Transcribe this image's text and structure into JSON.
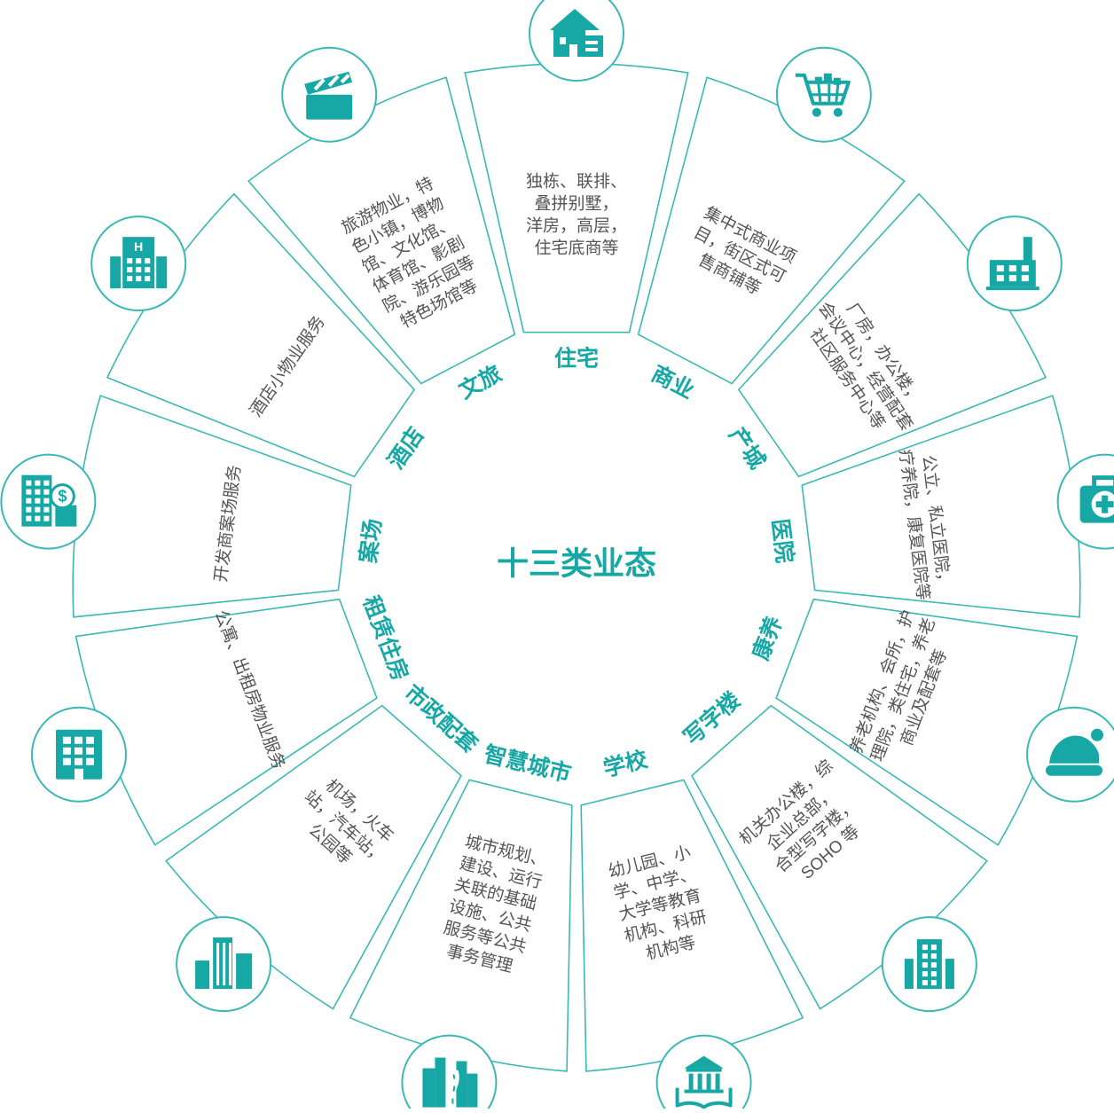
{
  "center_title": "十三类业态",
  "colors": {
    "accent": "#17a8a5",
    "border": "#3bb8b4",
    "text": "#555555"
  },
  "segments": [
    {
      "label": "住宅",
      "icon": "house-icon",
      "desc": [
        "独栋、联排、",
        "叠拼别墅，",
        "洋房，高层，",
        "住宅底商等"
      ]
    },
    {
      "label": "商业",
      "icon": "shopping-cart-icon",
      "desc": [
        "集中式商业项",
        "目，街区式可",
        "售商铺等"
      ]
    },
    {
      "label": "产城",
      "icon": "factory-icon",
      "desc": [
        "厂房，办公楼，",
        "会议中心，经营配套",
        "社区服务中心等"
      ]
    },
    {
      "label": "医院",
      "icon": "first-aid-kit-icon",
      "desc": [
        "公立、私立医院，",
        "疗养院，康复医院等"
      ]
    },
    {
      "label": "康养",
      "icon": "santa-hat-icon",
      "desc": [
        "养老机构、会所，护",
        "理院，类住宅，养老",
        "商业及配套等"
      ]
    },
    {
      "label": "写字楼",
      "icon": "office-tower-icon",
      "desc": [
        "机关办公楼，综",
        "企业总部，",
        "合型写字楼，",
        "SOHO 等"
      ]
    },
    {
      "label": "学校",
      "icon": "school-book-icon",
      "desc": [
        "幼儿园、小",
        "学、中学、",
        "大学等教育",
        "机构、科研",
        "机构等"
      ]
    },
    {
      "label": "智慧城市",
      "icon": "smart-city-road-icon",
      "desc": [
        "城市规划、",
        "建设、运行",
        "关联的基础",
        "设施、公共",
        "服务等公共",
        "事务管理"
      ]
    },
    {
      "label": "市政配套",
      "icon": "city-buildings-icon",
      "desc": [
        "机场，火车",
        "站，汽车站，",
        "公园等"
      ]
    },
    {
      "label": "租赁住房",
      "icon": "apartment-building-icon",
      "desc": [
        "公寓、出租房物业服务"
      ]
    },
    {
      "label": "案场",
      "icon": "building-dollar-icon",
      "desc": [
        "开发商案场服务"
      ]
    },
    {
      "label": "酒店",
      "icon": "hotel-icon",
      "desc": [
        "酒店小物业服务"
      ]
    },
    {
      "label": "文旅",
      "icon": "clapperboard-icon",
      "desc": [
        "旅游物业，特",
        "色小镇，博物",
        "馆、文化馆、",
        "体育馆、影剧",
        "院、游乐园等",
        "特色场馆等"
      ]
    }
  ]
}
